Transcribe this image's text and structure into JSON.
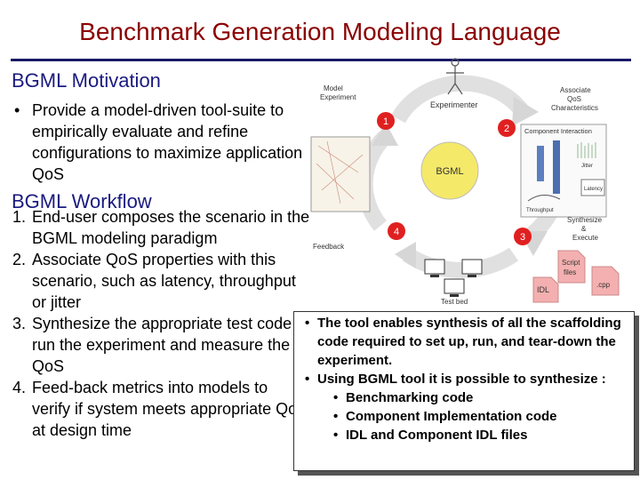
{
  "title": "Benchmark Generation Modeling  Language",
  "motivation": {
    "heading": "BGML Motivation",
    "bullets": [
      "Provide a model-driven tool-suite to empirically evaluate and refine configurations to maximize application QoS"
    ]
  },
  "workflow": {
    "heading": "BGML Workflow",
    "steps": [
      {
        "num": "1.",
        "text": "End-user composes the scenario in the BGML modeling paradigm"
      },
      {
        "num": "2.",
        "text": "Associate QoS properties with this scenario, such as latency, throughput or jitter"
      },
      {
        "num": "3.",
        "text": "Synthesize the appropriate test code to run the experiment and measure the QoS"
      },
      {
        "num": "4.",
        "text": "Feed-back metrics into models to verify if system meets appropriate QoS at design time"
      }
    ]
  },
  "diagram": {
    "center": "BGML",
    "experimenter": "Experimenter",
    "model_experiment": [
      "Model",
      "Experiment"
    ],
    "associate_qos": [
      "Associate",
      "QoS",
      "Characteristics"
    ],
    "component_interaction": "Component Interaction",
    "synthesize_execute": [
      "Synthesize",
      "&",
      "Execute"
    ],
    "feedback": "Feedback",
    "test_bed": "Test bed",
    "script_files": [
      "Script",
      "files"
    ],
    "idl": "IDL",
    "cpp": ".cpp",
    "numbers": [
      "1",
      "2",
      "3",
      "4"
    ],
    "jitter": "Jitter",
    "latency": "Latency",
    "throughput": "Throughput",
    "accent": "#e02020"
  },
  "callout": {
    "point1": "The tool enables synthesis of all the scaffolding code required to set up, run, and tear-down the experiment.",
    "point2": "Using BGML tool it is possible to synthesize :",
    "subpoints": [
      "Benchmarking code",
      "Component Implementation code",
      "IDL and Component IDL files"
    ]
  }
}
